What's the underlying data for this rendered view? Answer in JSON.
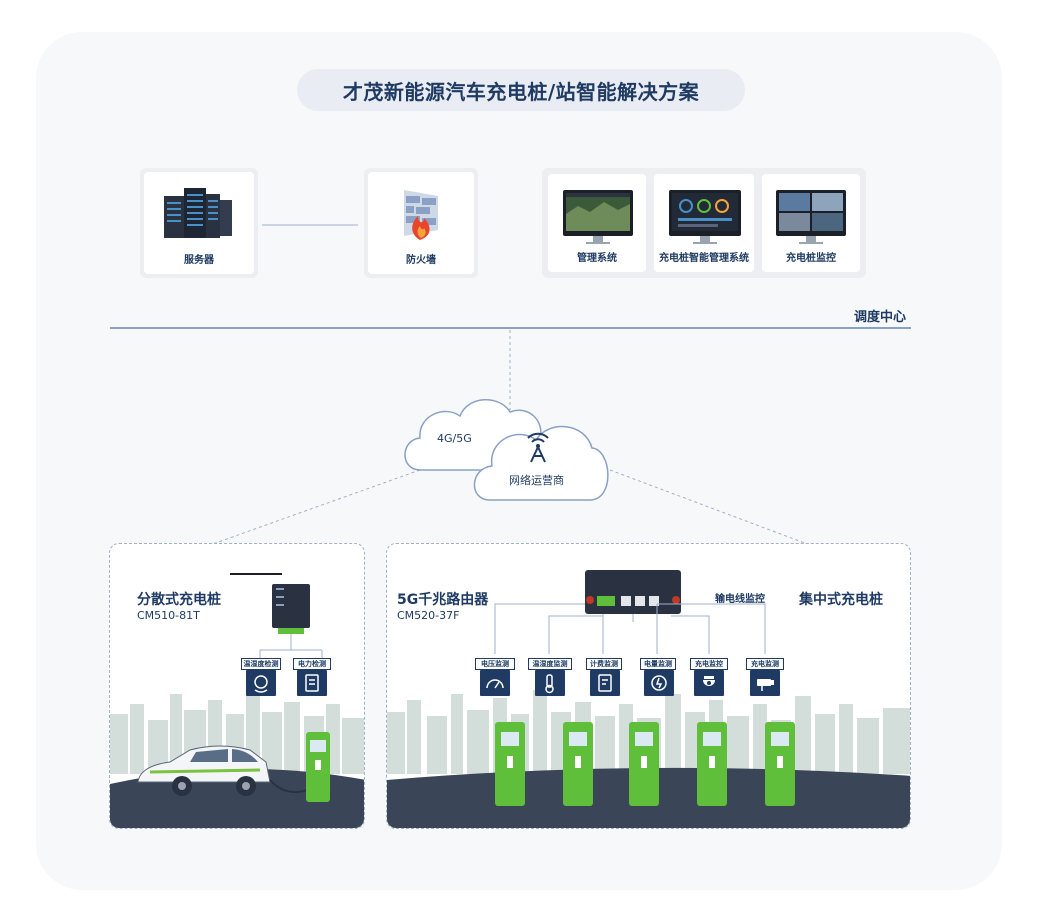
{
  "title": "才茂新能源汽车充电桩/站智能解决方案",
  "dispatch_center": {
    "label": "调度中心",
    "server_label": "服务器",
    "firewall_label": "防火墙",
    "systems": [
      {
        "label": "管理系统"
      },
      {
        "label": "充电桩智能管理系统"
      },
      {
        "label": "充电桩监控"
      }
    ]
  },
  "network": {
    "cloud_small": "4G/5G",
    "cloud_large": "网络运营商"
  },
  "distributed": {
    "title": "分散式充电桩",
    "model": "CM510-81T",
    "monitors": [
      {
        "label": "温湿度检测",
        "icon": "temperature-humidity-icon"
      },
      {
        "label": "电力检测",
        "icon": "power-meter-icon"
      }
    ]
  },
  "centralized": {
    "router_title": "5G千兆路由器",
    "router_model": "CM520-37F",
    "title": "集中式充电桩",
    "cable_monitor": "输电线监控",
    "monitors": [
      {
        "label": "电压监测",
        "icon": "voltage-gauge-icon"
      },
      {
        "label": "温湿度监测",
        "icon": "thermometer-icon"
      },
      {
        "label": "计费监测",
        "icon": "billing-icon"
      },
      {
        "label": "电量监测",
        "icon": "energy-icon"
      },
      {
        "label": "充电监控",
        "icon": "dome-camera-icon"
      },
      {
        "label": "充电监测",
        "icon": "bullet-camera-icon"
      }
    ]
  },
  "colors": {
    "navy": "#1f3b63",
    "charger_green": "#5fbf3a",
    "skyline": "#c9d6d4",
    "road": "#3a4658"
  }
}
